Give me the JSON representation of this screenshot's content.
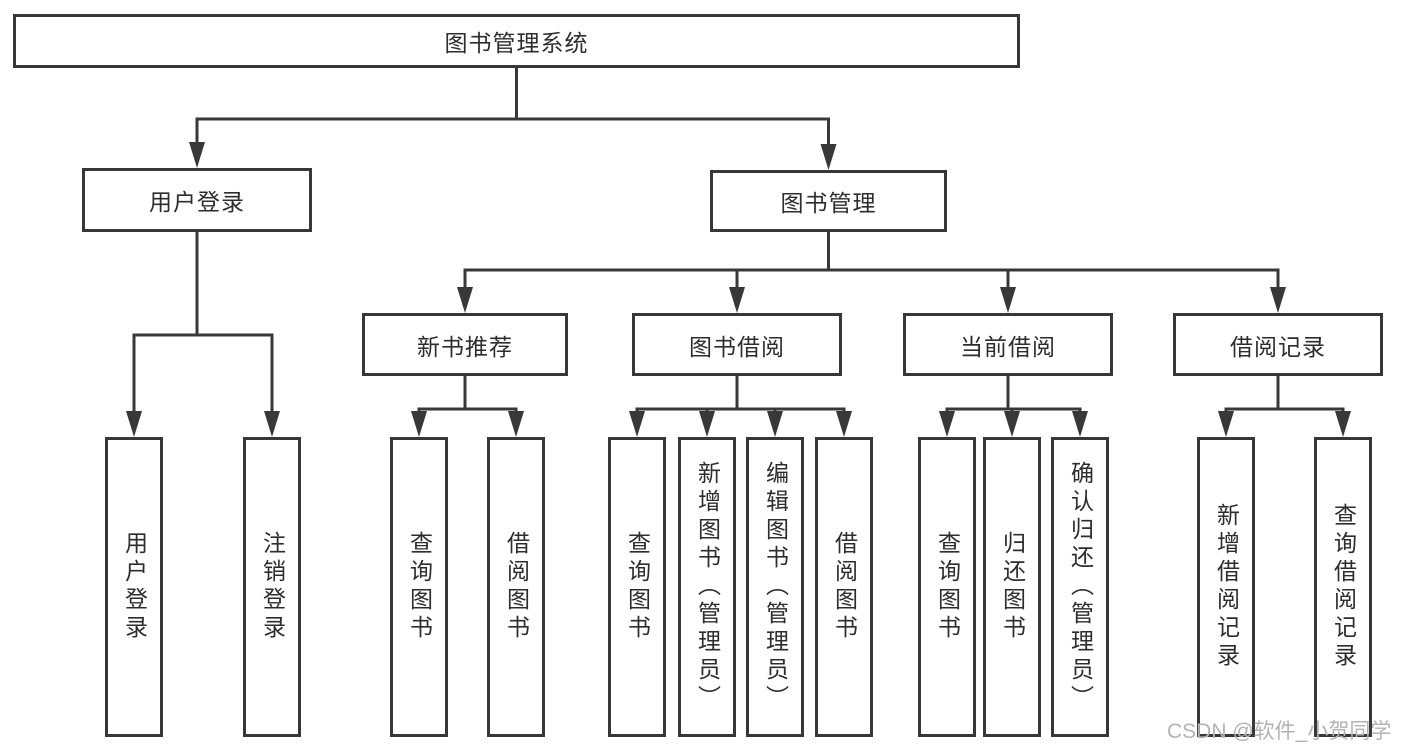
{
  "tree": {
    "root": {
      "label": "图书管理系统"
    },
    "level2": [
      {
        "label": "用户登录",
        "children": [
          "用户登录",
          "注销登录"
        ]
      },
      {
        "label": "图书管理"
      }
    ],
    "level3": [
      {
        "label": "新书推荐",
        "children": [
          "查询图书",
          "借阅图书"
        ]
      },
      {
        "label": "图书借阅",
        "children": [
          "查询图书",
          "新增图书（管理员）",
          "编辑图书（管理员）",
          "借阅图书"
        ]
      },
      {
        "label": "当前借阅",
        "children": [
          "查询图书",
          "归还图书",
          "确认归还（管理员）"
        ]
      },
      {
        "label": "借阅记录",
        "children": [
          "新增借阅记录",
          "查询借阅记录"
        ]
      }
    ]
  },
  "watermark": "CSDN @软件_小贺同学",
  "colors": {
    "line": "#383838",
    "border": "#373737",
    "text": "#2d2d2d",
    "watermark": "#b3b3b3",
    "background": "#ffffff"
  }
}
